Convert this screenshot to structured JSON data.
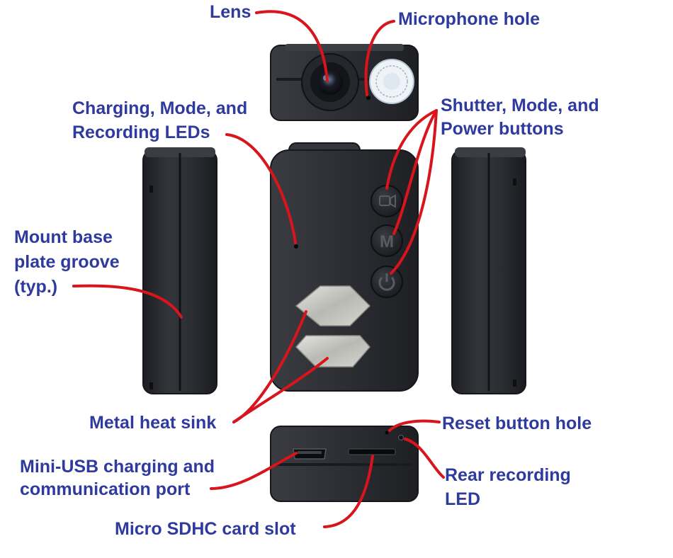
{
  "labels": {
    "lens": "Lens",
    "microphone_hole": "Microphone hole",
    "leds_line1": "Charging, Mode, and",
    "leds_line2": "Recording LEDs",
    "buttons_line1": "Shutter, Mode, and",
    "buttons_line2": "Power buttons",
    "groove_line1": "Mount base",
    "groove_line2": "plate groove",
    "groove_line3": "(typ.)",
    "heat_sink": "Metal heat sink",
    "reset_hole": "Reset button hole",
    "usb_line1": "Mini-USB charging and",
    "usb_line2": "communication port",
    "rear_led_line1": "Rear recording",
    "rear_led_line2": "LED",
    "sd_slot": "Micro SDHC card slot"
  },
  "button_glyphs": {
    "mode": "M"
  },
  "colors": {
    "label_text": "#2f3a9e",
    "leader_line": "#d8141c",
    "camera_body": "#2c2e33",
    "camera_edge": "#16171a",
    "heat_sink_metal": "#c9c9c4",
    "sticker": "#eef3f7"
  }
}
